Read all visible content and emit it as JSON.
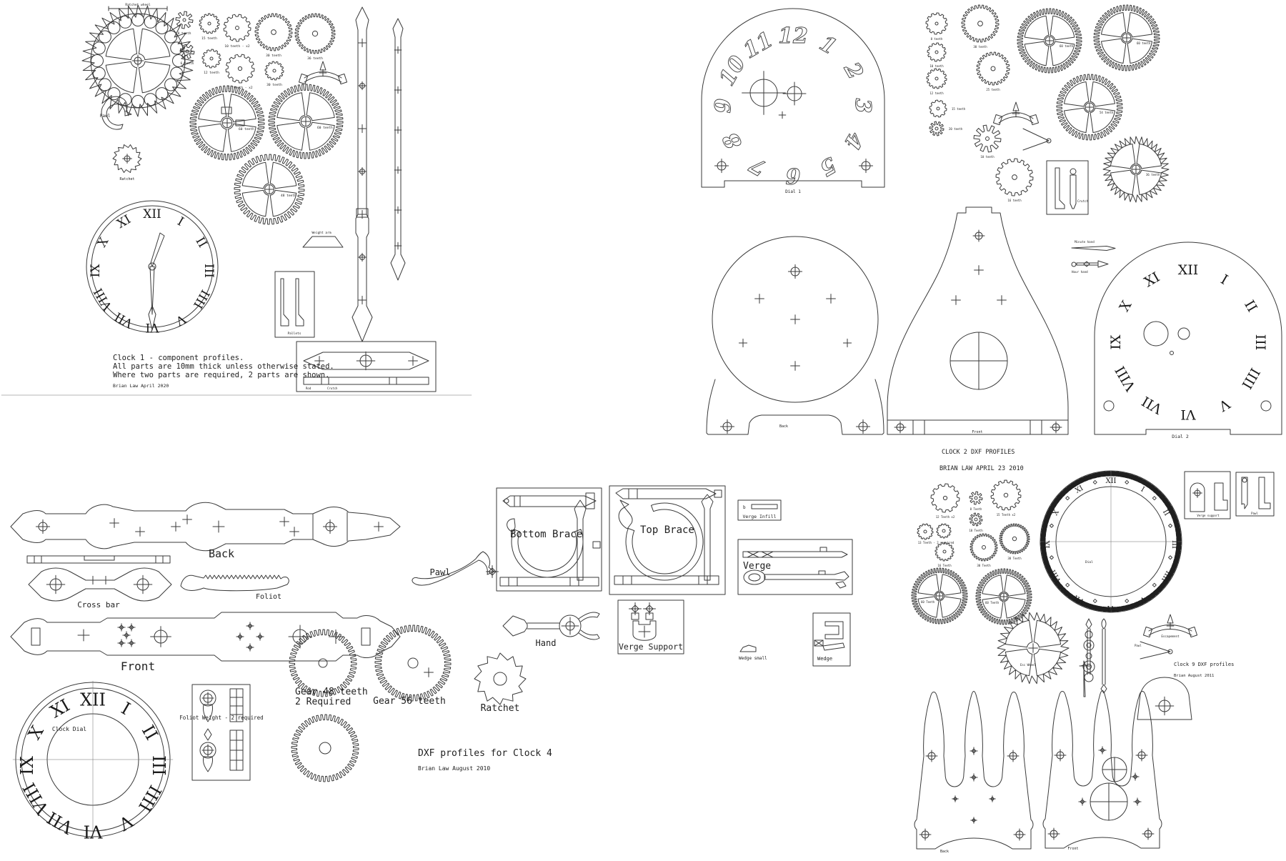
{
  "roman_numerals": [
    "XII",
    "I",
    "II",
    "III",
    "IIII",
    "V",
    "VI",
    "VII",
    "VIII",
    "IX",
    "X",
    "XI"
  ],
  "clock1": {
    "notes": [
      "Clock 1 - component profiles.",
      "All parts are 10mm thick unless otherwise stated.",
      "Where two parts are required, 2 parts are shown."
    ],
    "author": "Brian Law April 2020",
    "top_wheel_label": "Ratchet wheel",
    "pawl_label": "Pawl",
    "ratchet_label": "Ratchet",
    "weight_arm_label": "Weight arm",
    "pallets_label": "Pallets",
    "rod_label": "Rod",
    "crutch_label": "Crutch",
    "gear_labels": [
      "8 teeth",
      "15 teeth",
      "10 teeth - x2",
      "30 teeth",
      "36 teeth",
      "6 teeth",
      "12 teeth",
      "13 teeth - x2",
      "30 teeth"
    ],
    "big_gear_labels": [
      "60 teeth",
      "60 teeth",
      "48 teeth"
    ]
  },
  "clock2": {
    "title": "CLOCK 2 DXF PROFILES",
    "author": "BRIAN LAW APRIL 23 2010",
    "dial1_label": "Dial 1",
    "dial2_label": "Dial 2",
    "back_label": "Back",
    "front_label": "Front",
    "dial1_numbers": [
      "12",
      "1",
      "2",
      "3",
      "4",
      "5",
      "6",
      "7",
      "8",
      "9",
      "10",
      "11"
    ],
    "gear_labels": [
      "8 teeth",
      "10 teeth",
      "12 teeth",
      "15 teeth",
      "20 teeth",
      "30 teeth",
      "25 teeth",
      "60 teeth",
      "60 teeth",
      "54 teeth",
      "36 teeth",
      "10 teeth",
      "16 teeth"
    ],
    "crutch_label": "Crutch",
    "minute_hand_label": "Minute hand",
    "hour_hand_label": "Hour hand"
  },
  "clock4": {
    "title": "DXF profiles for Clock 4",
    "author": "Brian Law August 2010",
    "back_label": "Back",
    "cross_bar_label": "Cross bar",
    "foliot_label": "Foliot",
    "front_label": "Front",
    "clock_dial_label": "Clock Dial",
    "foliot_weight_label": "Foliot Weight - 2 required",
    "gear48_label_1": "Gear 48 teeth",
    "gear48_label_2": "2 Required",
    "gear56_label": "Gear 56 teeth",
    "ratchet_label": "Ratchet",
    "pawl_label": "Pawl",
    "bottom_brace_label": "Bottom Brace",
    "top_brace_label": "Top Brace",
    "verge_infill_label": "Verge Infill",
    "verge_infill_b": "b",
    "verge_label": "Verge",
    "hand_label": "Hand",
    "verge_support_label": "Verge Support",
    "wedge_small_label": "Wedge small",
    "wedge_label": "Wedge"
  },
  "clock9": {
    "title": "Clock 9 DXF profiles",
    "author": "Brian August 2011",
    "dial_label": "Dial",
    "verge_support_label": "Verge support",
    "pawl_box_label": "Pawl",
    "esc_wheel_label": "Esc Wheel",
    "escapement_label": "Escapement",
    "pawl_label": "Pawl",
    "back_label": "Back",
    "front_label": "Front",
    "gear_labels": [
      "12 Teeth x2",
      "8 Teeth",
      "15 Teeth x2",
      "10 Teeth",
      "13 Teeth - 2 required",
      "16 Teeth",
      "30 Teeth",
      "38 Teeth",
      "60 Teeth",
      "60 Teeth"
    ]
  }
}
